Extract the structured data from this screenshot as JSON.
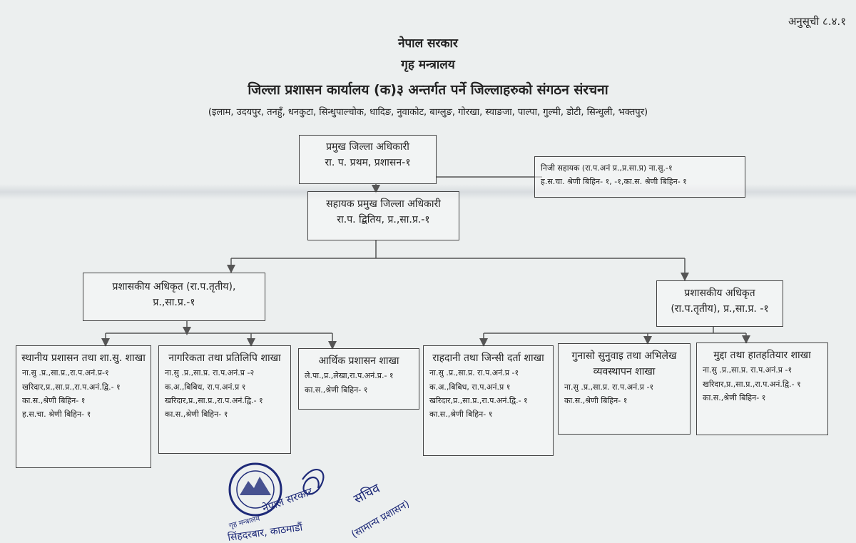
{
  "annex": "अनुसूची ८.४.१",
  "header": {
    "government": "नेपाल सरकार",
    "ministry": "गृह मन्त्रालय",
    "title": "जिल्ला प्रशासन कार्यालय (क)३ अन्तर्गत पर्ने जिल्लाहरुको संगठन संरचना",
    "districts": "(इलाम, उदयपुर, तनहुँ, धनकुटा, सिन्धुपाल्चोक, धादिङ, नुवाकोट, बाग्लुङ, गोरखा, स्याङजा, पाल्पा, गुल्मी, डोटी, सिन्धुली, भक्तपुर)"
  },
  "cdo": {
    "title": "प्रमुख जिल्ला अधिकारी",
    "grade": "रा. प. प्रथम, प्रशासन-१"
  },
  "private_assistant": {
    "line1": "निजी सहायक (रा.प.अनं प्र.,प्र.सा.प्र) ना.सु.-१",
    "line2": "ह.स.चा. श्रेणी बिहिन- १, -१,का.स. श्रेणी बिहिन- १"
  },
  "acdo": {
    "title": "सहायक प्रमुख जिल्ला अधिकारी",
    "grade": "रा.प. द्बितिय, प्र.,सा.प्र.-१"
  },
  "admin_left": {
    "title": "प्रशासकीय अधिकृत (रा.प.तृतीय),",
    "grade": "प्र.,सा.प्र.-१"
  },
  "admin_right": {
    "title": "प्रशासकीय अधिकृत",
    "grade": "(रा.प.तृतीय), प्र.,सा.प्र. -१"
  },
  "sections": [
    {
      "title": "स्थानीय प्रशासन तथा शा.सु. शाखा",
      "lines": [
        "ना.सु .प्र.,सा.प्र.,रा.प.अनं.प्र-१",
        "खरिदार,प्र.,सा.प्र.,रा.प.अनं.द्वि.- १",
        "का.स.,श्रेणी बिहिन- १",
        "ह.स.चा. श्रेणी बिहिन- १"
      ]
    },
    {
      "title": "नागरिकता तथा प्रतिलिपि शाखा",
      "lines": [
        "ना.सु .प्र.,सा.प्र. रा.प.अनं.प्र -२",
        "क.अ.,बिबिध, रा.प.अनं.प्र १",
        "खरिदार,प्र.,सा.प्र.,रा.प.अनं.द्वि.- १",
        "का.स.,श्रेणी बिहिन- १"
      ]
    },
    {
      "title": "आर्थिक प्रशासन शाखा",
      "lines": [
        "ले.पा.,प्र.,लेखा,रा.प.अनं.प्र.- १",
        "का.स.,श्रेणी बिहिन- १"
      ]
    },
    {
      "title": "राहदानी तथा जिन्सी दर्ता शाखा",
      "lines": [
        "ना.सु .प्र.,सा.प्र. रा.प.अनं.प्र -१",
        "क.अ.,बिबिध, रा.प.अनं.प्र १",
        "खरिदार,प्र.,सा.प्र.,रा.प.अनं.द्वि.- १",
        "का.स.,श्रेणी बिहिन- १"
      ]
    },
    {
      "title": "गुनासो सुनुवाइ तथा अभिलेख व्यवस्थापन शाखा",
      "lines": [
        "ना.सु .प्र.,सा.प्र. रा.प.अनं.प्र -१",
        "का.स.,श्रेणी बिहिन- १"
      ]
    },
    {
      "title": "मुद्दा तथा हातहतियार शाखा",
      "lines": [
        "ना.सु .प्र.,सा.प्र. रा.प.अनं.प्र -१",
        "खरिदार,प्र.,सा.प्र.,रा.प.अनं.द्वि.- १",
        "का.स.,श्रेणी बिहिन- १"
      ]
    }
  ],
  "seal": {
    "text1": "नेपाल सरकार",
    "text2": "गृह मन्त्रालय",
    "text3": "सिंहदरबार, काठमाडौं"
  },
  "signature": {
    "title": "सचिव",
    "subtitle": "(सामान्य प्रशासन)"
  },
  "colors": {
    "ink": "#222222",
    "line": "#555555",
    "seal": "#1e2a78"
  }
}
